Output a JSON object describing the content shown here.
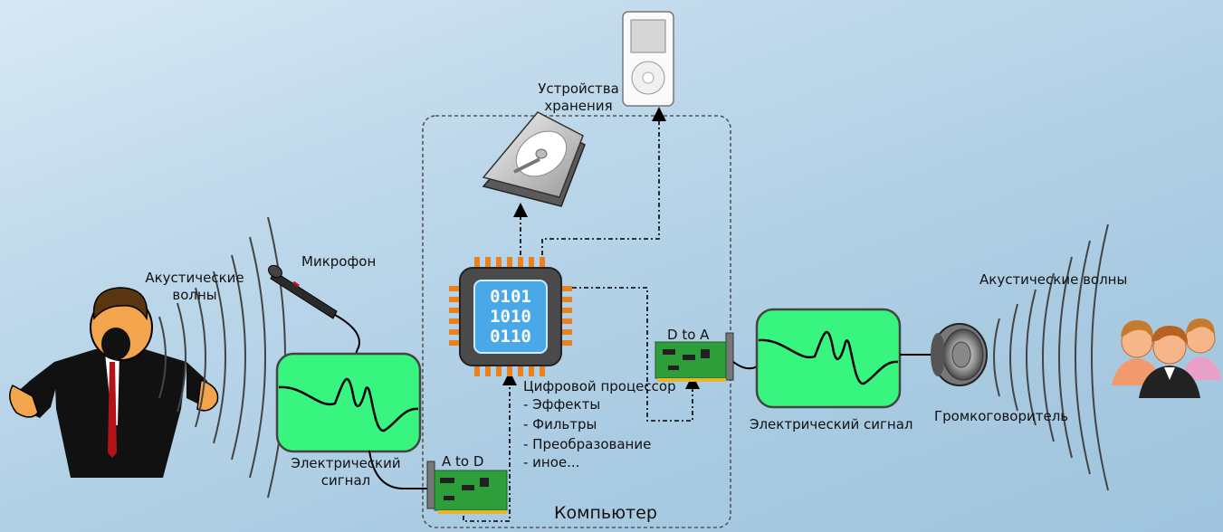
{
  "labels": {
    "acoustic_left": "Акустические волны",
    "microphone": "Микрофон",
    "electric_left": "Электрический сигнал",
    "a_to_d": "A to D",
    "storage": "Устройства хранения",
    "processor": "Цифровой процессор",
    "proc_items": [
      "- Эффекты",
      "- Фильтры",
      "- Преобразование",
      "- иное..."
    ],
    "d_to_a": "D to A",
    "electric_right": "Электрический сигнал",
    "loudspeaker": "Громкоговоритель",
    "acoustic_right": "Акустические волны",
    "computer": "Компьютер"
  },
  "chip_binary": [
    "0101",
    "1010",
    "0110"
  ],
  "colors": {
    "scope_fill": "#37f57f",
    "card_green": "#2e9e3a",
    "chip_pin": "#e8811e",
    "chip_screen": "#48a8e8"
  }
}
